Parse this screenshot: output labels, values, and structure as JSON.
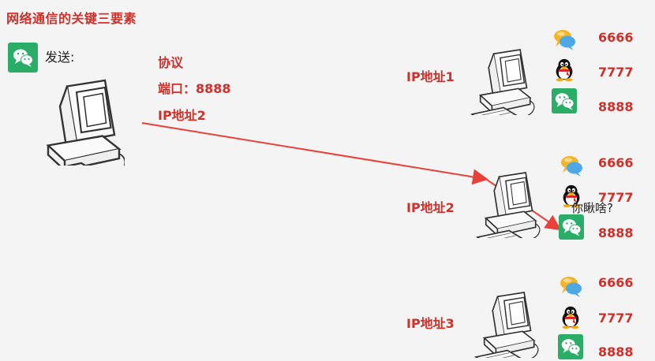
{
  "title": "网络通信的关键三要素",
  "sender": {
    "label": "发送:"
  },
  "packet": {
    "protocol": "协议",
    "port": "端口：8888",
    "ip": "IP地址2"
  },
  "hosts": [
    {
      "ip": "IP地址1",
      "apps": [
        {
          "icon": "chat-bubble-icon",
          "port": "6666"
        },
        {
          "icon": "penguin-icon",
          "port": "7777"
        },
        {
          "icon": "wechat-icon",
          "port": "8888"
        }
      ]
    },
    {
      "ip": "IP地址2",
      "apps": [
        {
          "icon": "chat-bubble-icon",
          "port": "6666"
        },
        {
          "icon": "penguin-icon",
          "port": "7777"
        },
        {
          "icon": "wechat-icon",
          "port": "8888"
        }
      ]
    },
    {
      "ip": "IP地址3",
      "apps": [
        {
          "icon": "chat-bubble-icon",
          "port": "6666"
        },
        {
          "icon": "penguin-icon",
          "port": "7777"
        },
        {
          "icon": "wechat-icon",
          "port": "8888"
        }
      ]
    }
  ],
  "message": "你瞅啥?",
  "colors": {
    "accent": "#d0302a",
    "arrow": "#e8413a",
    "wechat": "#2aae67"
  }
}
